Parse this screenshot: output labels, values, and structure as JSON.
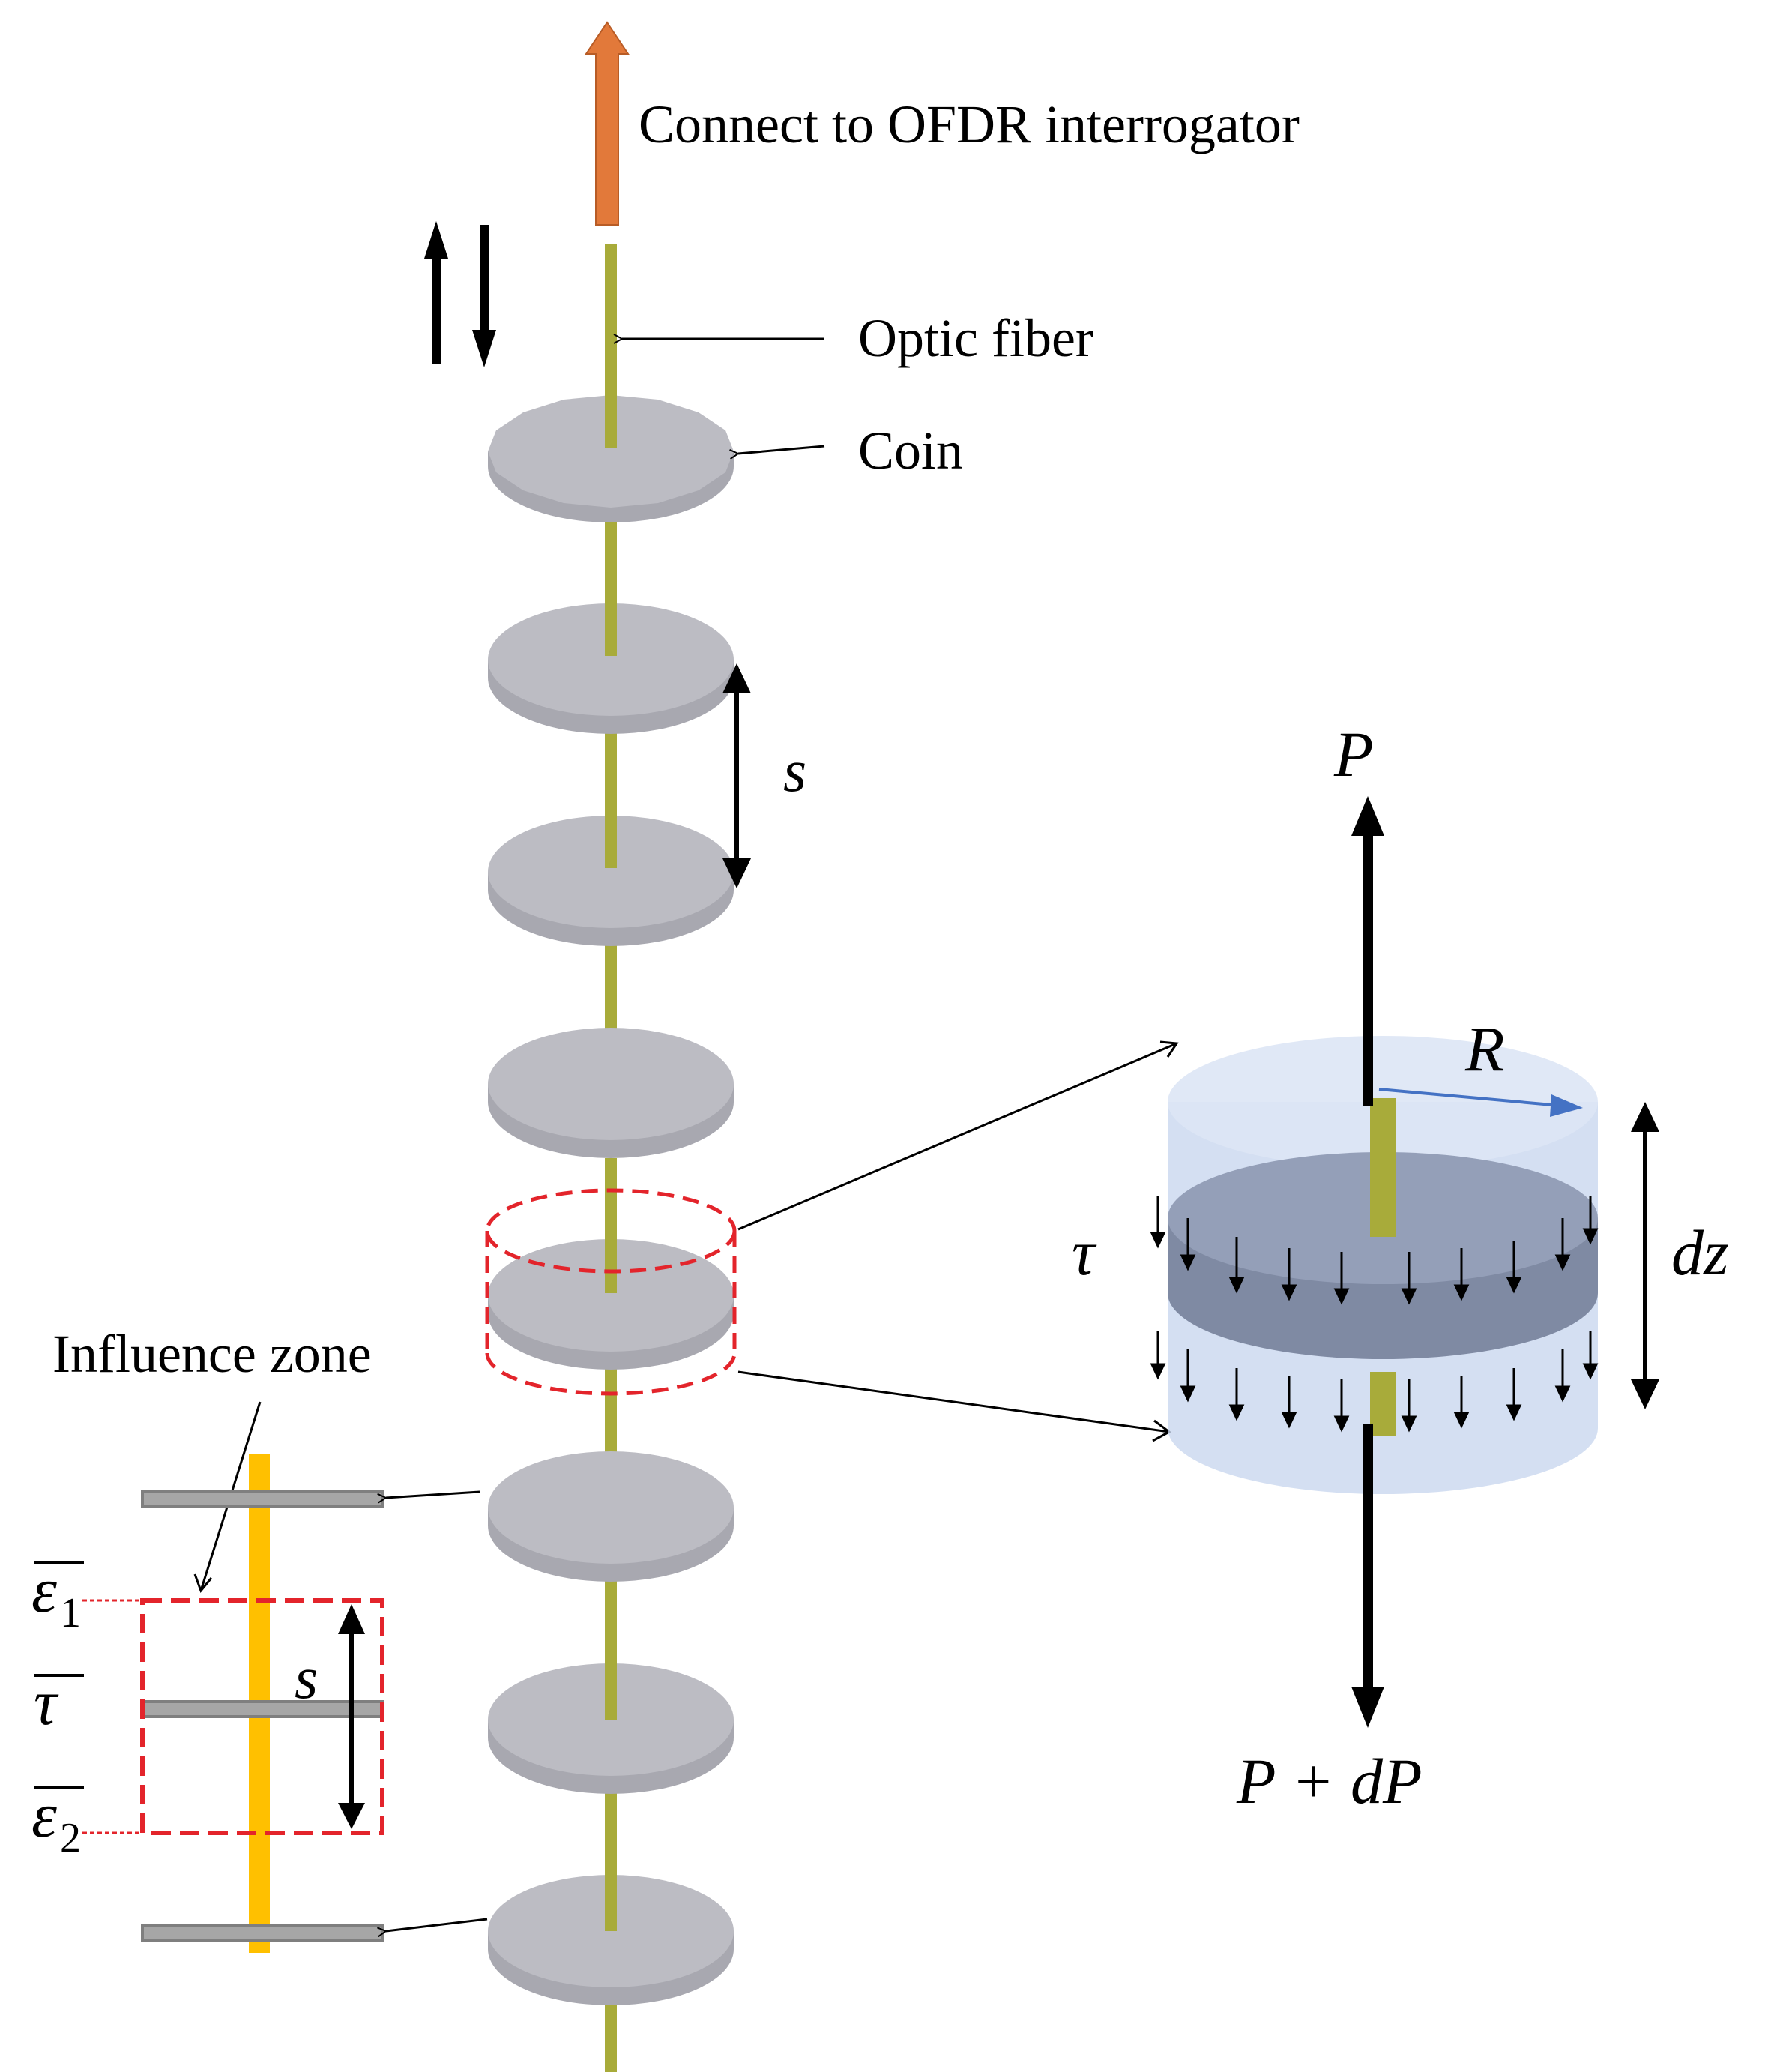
{
  "labels": {
    "interrogator": "Connect to OFDR interrogator",
    "optic_fiber": "Optic fiber",
    "coin": "Coin",
    "spacing": "s",
    "influence_zone": "Influence zone",
    "spacing_zone": "s",
    "eps1_base": "ε",
    "eps1_sub": "1",
    "tau_bar": "τ",
    "eps2_base": "ε",
    "eps2_sub": "2",
    "force_top": "P",
    "radius": "R",
    "tau": "τ",
    "dz": "dz",
    "force_bottom": "P + dP"
  },
  "coins": [
    1,
    2,
    3,
    4,
    5,
    6,
    7,
    8
  ],
  "colors": {
    "orange_arrow": "#e2793a",
    "fiber": "#a8ab3a",
    "coin_top": "#bcbcc3",
    "coin_side": "#a8a8b0",
    "red_dash": "#e3242b",
    "cylinder": "#c9d7ef",
    "blue_arrow": "#4472c4",
    "yellow_rod": "#ffc000",
    "gray_plate": "#8c8c8c"
  }
}
